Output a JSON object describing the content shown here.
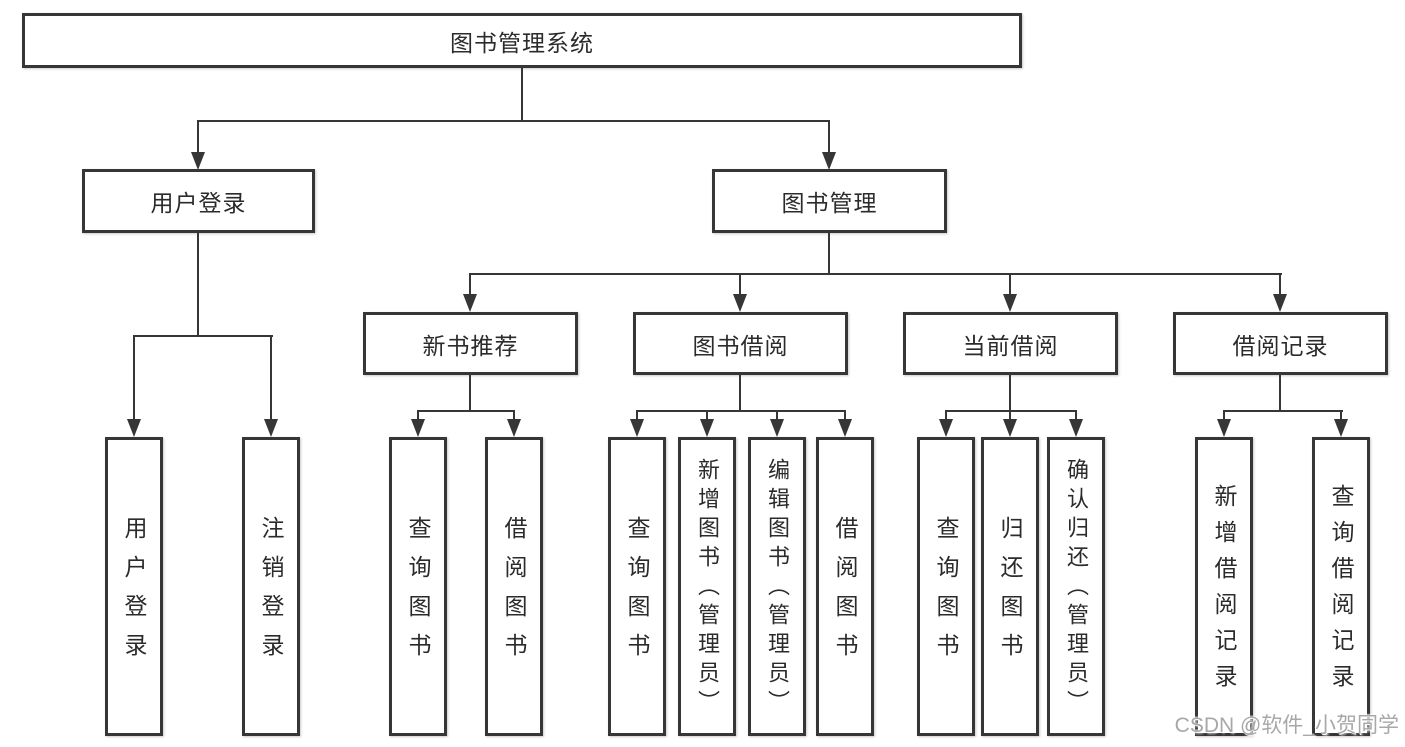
{
  "diagram_type": "hierarchy-tree",
  "colors": {
    "background": "#ffffff",
    "line": "#363636",
    "box_border": "#363636",
    "text": "#2b2b2b",
    "watermark": "#a8a8a8"
  },
  "tree": {
    "root": {
      "label": "图书管理系统",
      "children": [
        {
          "label": "用户登录",
          "children": [
            {
              "label": "用户登录"
            },
            {
              "label": "注销登录"
            }
          ]
        },
        {
          "label": "图书管理",
          "children": [
            {
              "label": "新书推荐",
              "children": [
                {
                  "label": "查询图书"
                },
                {
                  "label": "借阅图书"
                }
              ]
            },
            {
              "label": "图书借阅",
              "children": [
                {
                  "label": "查询图书"
                },
                {
                  "label": "新增图书（管理员）"
                },
                {
                  "label": "编辑图书（管理员）"
                },
                {
                  "label": "借阅图书"
                }
              ]
            },
            {
              "label": "当前借阅",
              "children": [
                {
                  "label": "查询图书"
                },
                {
                  "label": "归还图书"
                },
                {
                  "label": "确认归还（管理员）"
                }
              ]
            },
            {
              "label": "借阅记录",
              "children": [
                {
                  "label": "新增借阅记录"
                },
                {
                  "label": "查询借阅记录"
                }
              ]
            }
          ]
        }
      ]
    }
  },
  "watermark": {
    "text": "CSDN @软件_小贺同学"
  }
}
